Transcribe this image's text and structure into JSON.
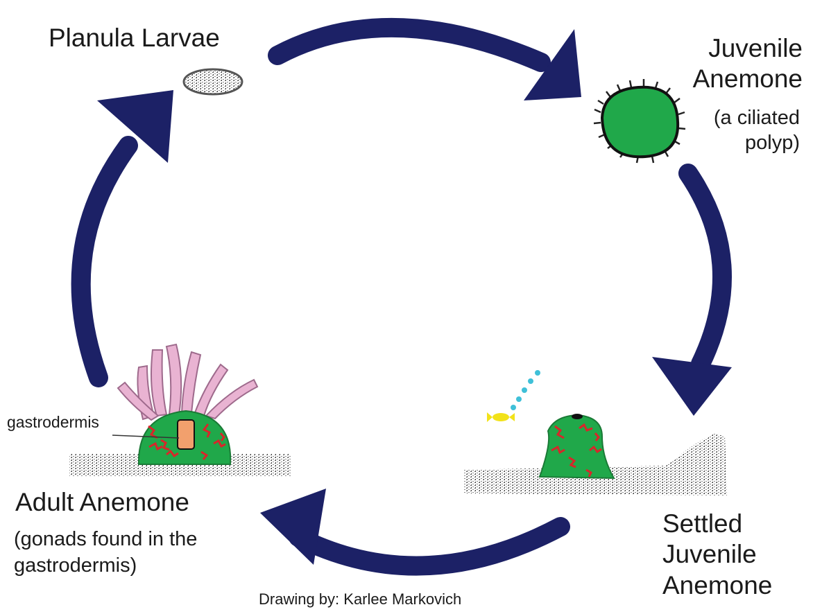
{
  "stages": {
    "planula": {
      "title": "Planula Larvae"
    },
    "juvenile": {
      "title_line1": "Juvenile",
      "title_line2": "Anemone",
      "note_line1": "(a ciliated",
      "note_line2": "polyp)"
    },
    "settled": {
      "line1": "Settled",
      "line2": "Juvenile",
      "line3": "Anemone"
    },
    "adult": {
      "title": "Adult Anemone",
      "note_line1": "(gonads found in the",
      "note_line2": "gastrodermis)"
    }
  },
  "callouts": {
    "gastrodermis": "gastrodermis"
  },
  "credit": "Drawing by: Karlee Markovich",
  "colors": {
    "arrow": "#1c2166",
    "anemone_green": "#20a84a",
    "gonad_red": "#d8262a",
    "tentacle_pink": "#e9b3d2",
    "pharynx_orange": "#f2a06d",
    "bubble_cyan": "#3fc0d8",
    "fish_yellow": "#f2e21a"
  }
}
